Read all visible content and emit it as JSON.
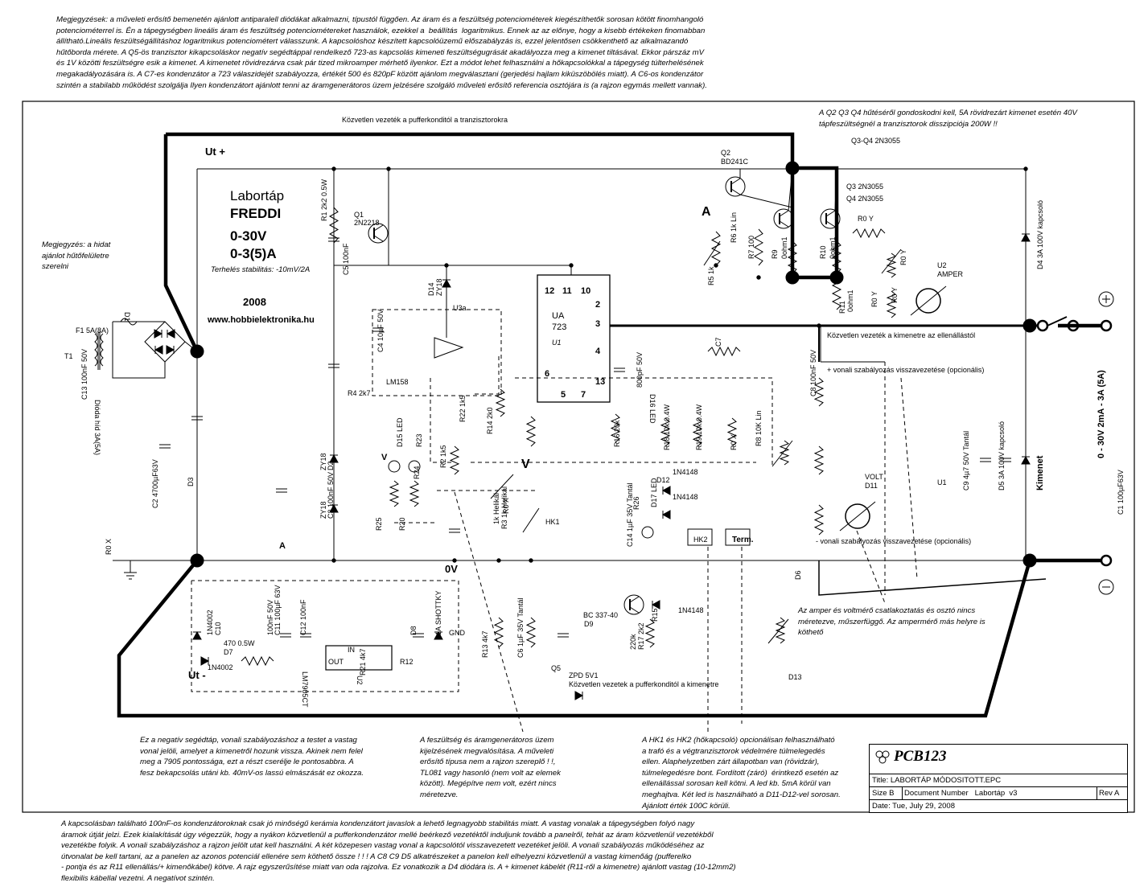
{
  "notes": {
    "top": "Megjegyzések: a műveleti erősítő bemenetén ajánlott antiparalell diódákat alkalmazni, típustól függően. Az áram és a feszültség potenciométerek kiegészíthetők sorosan kötött finomhangoló\npotenciométerrel is. Én a tápegységben lineális áram és feszültség potenciométereket használok, ezekkel a  beállítás  logaritmikus. Ennek az az előnye, hogy a kisebb értékeken finomabban\nállítható.Lineális feszültségállításhoz logaritmikus potenciométert válasszunk. A kapcsolóshoz készített kapcsolóüzemű előszabályzás is, ezzel jelentősen csökkenthető az alkalmazandó\nhűtőborda mérete. A Q5-ös tranzisztor kikapcsoláskor negatív segédtáppal rendelkező 723-as kapcsolás kimeneti feszültségugrását akadályozza meg a kimenet tiltásával. Ekkor párszáz mV\nés 1V közötti feszültségre esik a kimenet. A kimenetet rövidrezárva csak pár tized mikroamper mérhető ilyenkor. Ezt a módot lehet felhasználni a hőkapcsolókkal a tápegység túlterhelésének\nmegakadályozására is. A C7-es kondenzátor a 723 válaszidejét szabályozza, értékét 500 és 820pF között ajánlom megválasztani (gerjedési hajlam kiküszöbölés miatt). A C6-os kondenzátor\nszintén a stabilabb működést szolgálja Ilyen kondenzátort ajánlott tenni az áramgenerátoros üzem jelzésére szolgáló műveleti erősítő referencia osztójára is (a rajzon egymás mellett vannak).",
    "bottom": "A kapcsolásban található 100nF-os kondenzátoroknak csak jó minőségű kerámia kondenzátort javaslok a lehető legnagyobb stabilitás miatt. A vastag vonalak a tápegységben folyó nagy\náramok útját jelzi. Ezek kialakítását úgy végezzük, hogy a nyákon közvetlenül a pufferkondenzátor mellé beérkező vezetéktől induljunk tovább a panelről, tehát az áram közvetlenül vezetékből\nvezetékbe folyik. A vonali szabályzáshoz a rajzon jelölt utat kell használni. A két közepesen vastag vonal a kapcsolótól visszavezetett vezetéket jelöli. A vonali szabályozás működéséhez az\nútvonalat be kell tartani, az a panelen az azonos potenciál ellenére sem köthető össze ! ! ! A C8 C9 D5 alkatrészeket a panelon kell elhelyezni közvetlenül a vastag kimenőág (pufferelko\n- pontja és az R11 ellenállás/+ kimenőkábel) kötve. A rajz egyszerűsítése miatt van oda rajzolva. Ez vonatkozik a D4 diódára is. A + kimenet kábelét (R11-ről a kimenetre) ajánlott vastag (10-12mm2)\nflexibilis kábellal vezetni. A negatívot szintén.",
    "heatsink": "Megjegyzés: a hidat\najánlot hűtőfelületre\nszerelni",
    "q2q3q4": "A Q2 Q3 Q4 hűtéséről gondoskodni kell, 5A rövidrezárt kimenet esetén 40V\ntápfeszültségnél a tranzisztorok disszipciója 200W !!",
    "neg_aux": "Ez a negatív segédtáp, vonali szabályozáshoz a testet a vastag\nvonal jelöli, amelyet a kimenetről hozunk vissza. Akinek nem felel\nmeg a 7905 pontossága, ezt a részt cserélje le pontosabbra. A\nfesz bekapcsolás utáni kb. 40mV-os lassú elmászását ez okozza.",
    "opamp": "A feszültség és áramgenerátoros üzem\nkijelzésének megvalósítása. A műveleti\nerősítő típusa nem a rajzon szereplő ! !,\nTL081 vagy hasonló (nem volt az elemek\nközött). Megépítve nem volt, ezért nincs\nméretezve.",
    "thermal": "A HK1 és HK2 (hőkapcsoló) opcionálisan felhasználható\na trafó és a végtranzisztorok védelmére túlmelegedés\nellen. Alaphelyzetben zárt állapotban van (rövidzár),\ntúlmelegedésre bont. Fordított (záró)  érintkező esetén az\nellenállással sorosan kell kötni. A led kb. 5mA körül van\nmeghajtva. Két led is használható a D11-D12-vel sorosan.\nAjánlott érték 100C körüli.",
    "meter": "Az amper és voltmérő csatlakoztatás és osztó nincs\nméretezve, műszerfüggő. Az ampermérő más helyre is\nköthető"
  },
  "title_block": {
    "logo": "PCB123",
    "title": "Title: LABORTÁP MÓDOSITOTT.EPC",
    "size": "Size B",
    "document": "Document Number   Labortáp  v3",
    "rev": "Rev A",
    "date": "Date: Tue, July 29, 2008"
  },
  "header_block": {
    "name1": "Labortáp",
    "name2": "FREDDI",
    "volt": "0-30V",
    "amp": "0-3(5)A",
    "stab": "Terhelés stabilitás: -10mV/2A",
    "year": "2008",
    "web": "www.hobbielektronika.hu"
  },
  "labels": [
    {
      "t": "Közvetlen vezeték a pufferkonditól a tranzisztorokra",
      "s": 9
    },
    {
      "t": "Ut +",
      "s": 13,
      "b": 1
    },
    {
      "t": "Q3-Q4  2N3055",
      "s": 9
    },
    {
      "t": "Q2",
      "s": 9
    },
    {
      "t": "BD241C",
      "s": 9
    },
    {
      "t": "Q3 2N3055",
      "s": 9
    },
    {
      "t": "Q4 2N3055",
      "s": 9
    },
    {
      "t": "R1 2k2 0.5W",
      "s": 9,
      "r": 1
    },
    {
      "t": "Q1",
      "s": 9
    },
    {
      "t": "2N2218",
      "s": 9
    },
    {
      "t": "A",
      "s": 16,
      "b": 1
    },
    {
      "t": "R6 1k Lin",
      "s": 9,
      "r": 1
    },
    {
      "t": "R7 100",
      "s": 9,
      "r": 1
    },
    {
      "t": "R9",
      "s": 9,
      "r": 1
    },
    {
      "t": "0ohm1",
      "s": 9,
      "r": 1
    },
    {
      "t": "R10",
      "s": 9,
      "r": 1
    },
    {
      "t": "0ohm1",
      "s": 9,
      "r": 1
    },
    {
      "t": "R5 1k",
      "s": 9,
      "r": 1
    },
    {
      "t": "R0 Y",
      "s": 9
    },
    {
      "t": "R0 Y",
      "s": 9,
      "r": 1
    },
    {
      "t": "R0 Y",
      "s": 9,
      "r": 1
    },
    {
      "t": "U2",
      "s": 9
    },
    {
      "t": "AMPER",
      "s": 9
    },
    {
      "t": "D4 3A 100V kapcsoló",
      "s": 9,
      "r": 1
    },
    {
      "t": "C5 100nF",
      "s": 9,
      "r": 1
    },
    {
      "t": "D14",
      "s": 9,
      "r": 1
    },
    {
      "t": "ZY18",
      "s": 9,
      "r": 1
    },
    {
      "t": "U3a",
      "s": 9
    },
    {
      "t": "12",
      "s": 11,
      "b": 1
    },
    {
      "t": "11",
      "s": 11,
      "b": 1
    },
    {
      "t": "10",
      "s": 11,
      "b": 1
    },
    {
      "t": "2",
      "s": 11,
      "b": 1
    },
    {
      "t": "3",
      "s": 11,
      "b": 1
    },
    {
      "t": "4",
      "s": 11,
      "b": 1
    },
    {
      "t": "13",
      "s": 11,
      "b": 1
    },
    {
      "t": "6",
      "s": 11,
      "b": 1
    },
    {
      "t": "5",
      "s": 11,
      "b": 1
    },
    {
      "t": "7",
      "s": 11,
      "b": 1
    },
    {
      "t": "UA",
      "s": 11
    },
    {
      "t": "723",
      "s": 11
    },
    {
      "t": "U1",
      "s": 9,
      "i": 1
    },
    {
      "t": "R11",
      "s": 9,
      "r": 1
    },
    {
      "t": "0ohm1",
      "s": 9,
      "r": 1
    },
    {
      "t": "R0 Y",
      "s": 9,
      "r": 1
    },
    {
      "t": "Közvetlen vezeték a kimenetre az ellenállástól",
      "s": 9
    },
    {
      "t": "+ vonali szabályozás visszavezetése (opcionális)",
      "s": 9
    },
    {
      "t": "T1",
      "s": 9
    },
    {
      "t": "F1 5A(8A)",
      "s": 9
    },
    {
      "t": "D1",
      "s": 9,
      "r": 2
    },
    {
      "t": "Dióda híd 3A(5A)",
      "s": 9,
      "r": 2
    },
    {
      "t": "C13 100nF 50V",
      "s": 9,
      "r": 1
    },
    {
      "t": "LM158",
      "s": 9
    },
    {
      "t": "C4 10µF 50V",
      "s": 9,
      "r": 1
    },
    {
      "t": "R4 2k7",
      "s": 9
    },
    {
      "t": "C7",
      "s": 9,
      "r": 1
    },
    {
      "t": "800pF 50V",
      "s": 9,
      "r": 1
    },
    {
      "t": "D16 LED",
      "s": 9,
      "r": 2
    },
    {
      "t": "D15 LED",
      "s": 9,
      "r": 1
    },
    {
      "t": "R23",
      "s": 9,
      "r": 1
    },
    {
      "t": "R22 1k5",
      "s": 9,
      "r": 1
    },
    {
      "t": "R14 2k0",
      "s": 9,
      "r": 1
    },
    {
      "t": "R16 20k",
      "s": 9,
      "r": 1
    },
    {
      "t": "R18 10k 0.4W",
      "s": 9,
      "r": 1
    },
    {
      "t": "R19 10k 0.4W",
      "s": 9,
      "r": 1
    },
    {
      "t": "R0 X",
      "s": 9,
      "r": 1
    },
    {
      "t": "C8 100nF 50V",
      "s": 9,
      "r": 1
    },
    {
      "t": "C9 4µ7 50V Tantál",
      "s": 9,
      "r": 1
    },
    {
      "t": "D5 3A 100V kapcsoló",
      "s": 9,
      "r": 1
    },
    {
      "t": "Kimenet",
      "s": 11,
      "b": 1,
      "r": 1
    },
    {
      "t": "0 - 30V  2mA - 3A (5A)",
      "s": 11,
      "b": 1,
      "r": 1
    },
    {
      "t": "C1 100µF63V",
      "s": 9,
      "r": 1
    },
    {
      "t": "C2 4700µF63V",
      "s": 9,
      "r": 1
    },
    {
      "t": "D3",
      "s": 9,
      "r": 1
    },
    {
      "t": "ZY18",
      "s": 9,
      "r": 1
    },
    {
      "t": "D2",
      "s": 9,
      "r": 1
    },
    {
      "t": "ZY18",
      "s": 9,
      "r": 1
    },
    {
      "t": "C3 100nF 50V",
      "s": 9,
      "r": 1
    },
    {
      "t": "A",
      "s": 11,
      "b": 1
    },
    {
      "t": "V",
      "s": 11,
      "b": 1
    },
    {
      "t": "R24",
      "s": 9,
      "r": 1
    },
    {
      "t": "R2 1k5",
      "s": 9,
      "r": 1
    },
    {
      "t": "V",
      "s": 16,
      "b": 1
    },
    {
      "t": "R8 10K Lin",
      "s": 9,
      "r": 1
    },
    {
      "t": "R0 X",
      "s": 9,
      "r": 1
    },
    {
      "t": "U1",
      "s": 9
    },
    {
      "t": "VOLT",
      "s": 9
    },
    {
      "t": "D11",
      "s": 9
    },
    {
      "t": "1N4148",
      "s": 9
    },
    {
      "t": "D12",
      "s": 9
    },
    {
      "t": "1N4148",
      "s": 9
    },
    {
      "t": "D17 LED",
      "s": 9,
      "r": 1
    },
    {
      "t": "R26",
      "s": 9,
      "r": 1
    },
    {
      "t": "R25",
      "s": 9,
      "r": 1
    },
    {
      "t": "R20",
      "s": 9,
      "r": 1
    },
    {
      "t": "1k Helikál",
      "s": 9,
      "r": 1
    },
    {
      "t": "R3 1k Helikál",
      "s": 9,
      "r": 1
    },
    {
      "t": "HK1",
      "s": 9
    },
    {
      "t": "HK2",
      "s": 9
    },
    {
      "t": "Term.",
      "s": 10,
      "b": 1
    },
    {
      "t": "C14 1µF 35V Tantál",
      "s": 9,
      "r": 1
    },
    {
      "t": "0V",
      "s": 13,
      "b": 1
    },
    {
      "t": "R0 X",
      "s": 9,
      "r": 1
    },
    {
      "t": "- vonali szabályozás visszavezetése (opcionális)",
      "s": 9
    },
    {
      "t": "D6",
      "s": 9,
      "r": 1
    },
    {
      "t": "1N4002",
      "s": 9,
      "r": 1
    },
    {
      "t": "C10",
      "s": 9,
      "r": 1
    },
    {
      "t": "100nF 50V",
      "s": 9,
      "r": 1
    },
    {
      "t": "C11 100µF 63V",
      "s": 9,
      "r": 1
    },
    {
      "t": "C12 100nF",
      "s": 9,
      "r": 1
    },
    {
      "t": "D8",
      "s": 9,
      "r": 1
    },
    {
      "t": "1A SHOTTKY",
      "s": 9,
      "r": 1
    },
    {
      "t": "GND",
      "s": 9
    },
    {
      "t": "IN",
      "s": 9
    },
    {
      "t": "OUT",
      "s": 9
    },
    {
      "t": "R12",
      "s": 9
    },
    {
      "t": "470 0.5W",
      "s": 9
    },
    {
      "t": "D7",
      "s": 9
    },
    {
      "t": "1N4002",
      "s": 9
    },
    {
      "t": "Ut -",
      "s": 13,
      "b": 1
    },
    {
      "t": "LM7905CT",
      "s": 9,
      "r": 2
    },
    {
      "t": "U2",
      "s": 9,
      "r": 2
    },
    {
      "t": "R21 4k7",
      "s": 9,
      "r": 1
    },
    {
      "t": "R13 4k7",
      "s": 9,
      "r": 1
    },
    {
      "t": "C6 1µF 35V Tantál",
      "s": 9,
      "r": 1
    },
    {
      "t": "Q5",
      "s": 9
    },
    {
      "t": "BC 337-40",
      "s": 9
    },
    {
      "t": "D9",
      "s": 9
    },
    {
      "t": "1N4148",
      "s": 9
    },
    {
      "t": "R15",
      "s": 9,
      "r": 1
    },
    {
      "t": "220k",
      "s": 9,
      "r": 1
    },
    {
      "t": "R17 2k2",
      "s": 9,
      "r": 1
    },
    {
      "t": "D13",
      "s": 9
    },
    {
      "t": "ZPD 5V1",
      "s": 9
    },
    {
      "t": "Közvetlen vezetek a pufferkonditól a kimenetre",
      "s": 9
    }
  ]
}
